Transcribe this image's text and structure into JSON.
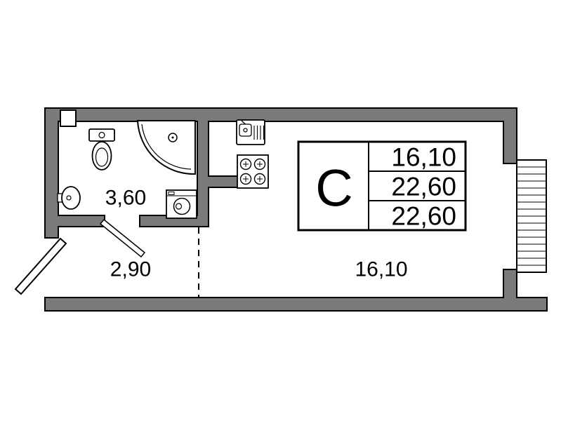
{
  "plan": {
    "colors": {
      "wall": "#7a7a7a",
      "line": "#000000",
      "background": "#ffffff"
    },
    "areas": {
      "bathroom": "3,60",
      "hall": "2,90",
      "room": "16,10"
    },
    "stamp": {
      "type_letter": "С",
      "values": [
        "16,10",
        "22,60",
        "22,60"
      ]
    },
    "icons": {
      "toilet": "toilet-icon",
      "corner_bath": "corner-bath-icon",
      "wash_sink": "sink-icon",
      "washing_machine": "washing-machine-icon",
      "kitchen_sink": "kitchen-sink-icon",
      "stove": "stove-icon",
      "window": "window-icon",
      "entry_door": "entry-door-icon",
      "bathroom_door": "bathroom-door-icon"
    }
  }
}
